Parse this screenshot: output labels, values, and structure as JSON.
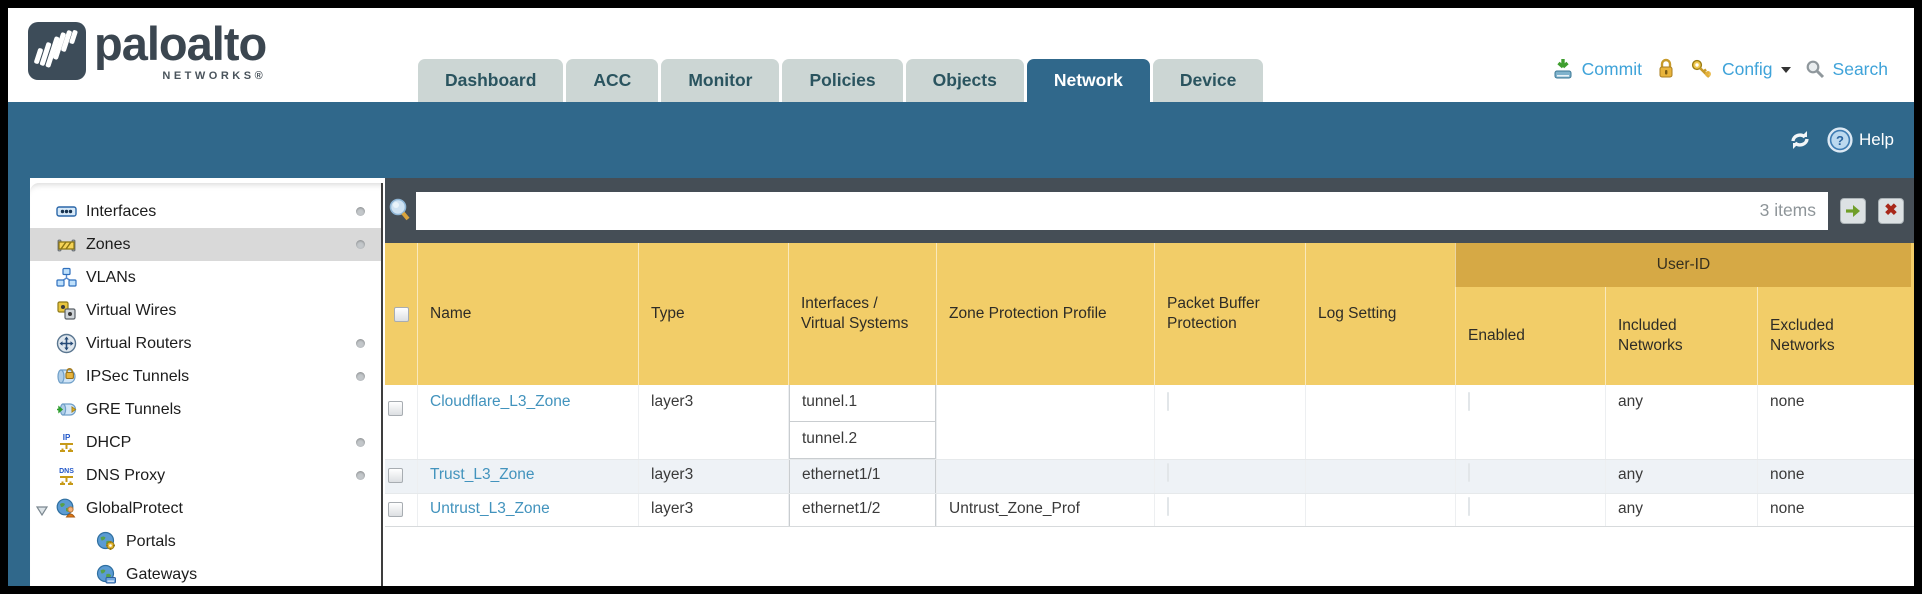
{
  "brand": {
    "name": "paloalto",
    "subtitle": "NETWORKS®"
  },
  "nav": {
    "tabs": [
      {
        "label": "Dashboard",
        "active": false
      },
      {
        "label": "ACC",
        "active": false
      },
      {
        "label": "Monitor",
        "active": false
      },
      {
        "label": "Policies",
        "active": false
      },
      {
        "label": "Objects",
        "active": false
      },
      {
        "label": "Network",
        "active": true
      },
      {
        "label": "Device",
        "active": false
      }
    ],
    "actions": {
      "commit_label": "Commit",
      "config_label": "Config",
      "search_label": "Search"
    }
  },
  "topbar": {
    "help_label": "Help"
  },
  "sidebar": {
    "items": [
      {
        "label": "Interfaces",
        "icon": "interfaces-icon",
        "dot": true
      },
      {
        "label": "Zones",
        "icon": "zones-icon",
        "dot": true,
        "selected": true
      },
      {
        "label": "VLANs",
        "icon": "vlans-icon"
      },
      {
        "label": "Virtual Wires",
        "icon": "virtual-wires-icon"
      },
      {
        "label": "Virtual Routers",
        "icon": "virtual-routers-icon",
        "dot": true
      },
      {
        "label": "IPSec Tunnels",
        "icon": "ipsec-tunnels-icon",
        "dot": true
      },
      {
        "label": "GRE Tunnels",
        "icon": "gre-tunnels-icon"
      },
      {
        "label": "DHCP",
        "icon": "dhcp-icon",
        "dot": true
      },
      {
        "label": "DNS Proxy",
        "icon": "dns-proxy-icon",
        "dot": true
      },
      {
        "label": "GlobalProtect",
        "icon": "globalprotect-icon",
        "expanded": true
      },
      {
        "label": "Portals",
        "icon": "portals-icon",
        "child": true
      },
      {
        "label": "Gateways",
        "icon": "gateways-icon",
        "child": true
      }
    ]
  },
  "toolbar": {
    "filter_value": "",
    "items_count": "3 items"
  },
  "table": {
    "group_header": "User-ID",
    "columns": [
      "Name",
      "Type",
      "Interfaces / Virtual Systems",
      "Zone Protection Profile",
      "Packet Buffer Protection",
      "Log Setting",
      "Enabled",
      "Included Networks",
      "Excluded Networks"
    ],
    "rows": [
      {
        "name": "Cloudflare_L3_Zone",
        "type": "layer3",
        "interfaces": [
          "tunnel.1",
          "tunnel.2"
        ],
        "zone_protection_profile": "",
        "log_setting": "",
        "included_networks": "any",
        "excluded_networks": "none"
      },
      {
        "name": "Trust_L3_Zone",
        "type": "layer3",
        "interfaces": [
          "ethernet1/1"
        ],
        "zone_protection_profile": "",
        "log_setting": "",
        "included_networks": "any",
        "excluded_networks": "none"
      },
      {
        "name": "Untrust_L3_Zone",
        "type": "layer3",
        "interfaces": [
          "ethernet1/2"
        ],
        "zone_protection_profile": "Untrust_Zone_Prof",
        "log_setting": "",
        "included_networks": "any",
        "excluded_networks": "none"
      }
    ]
  },
  "colors": {
    "teal": "#30688b",
    "slate": "#454e56",
    "header_gold": "#f2cd68",
    "user_id_gold": "#d6a945",
    "link_blue": "#3fa3d9",
    "zone_link": "#4293bd",
    "alt_row": "#eef2f6"
  }
}
